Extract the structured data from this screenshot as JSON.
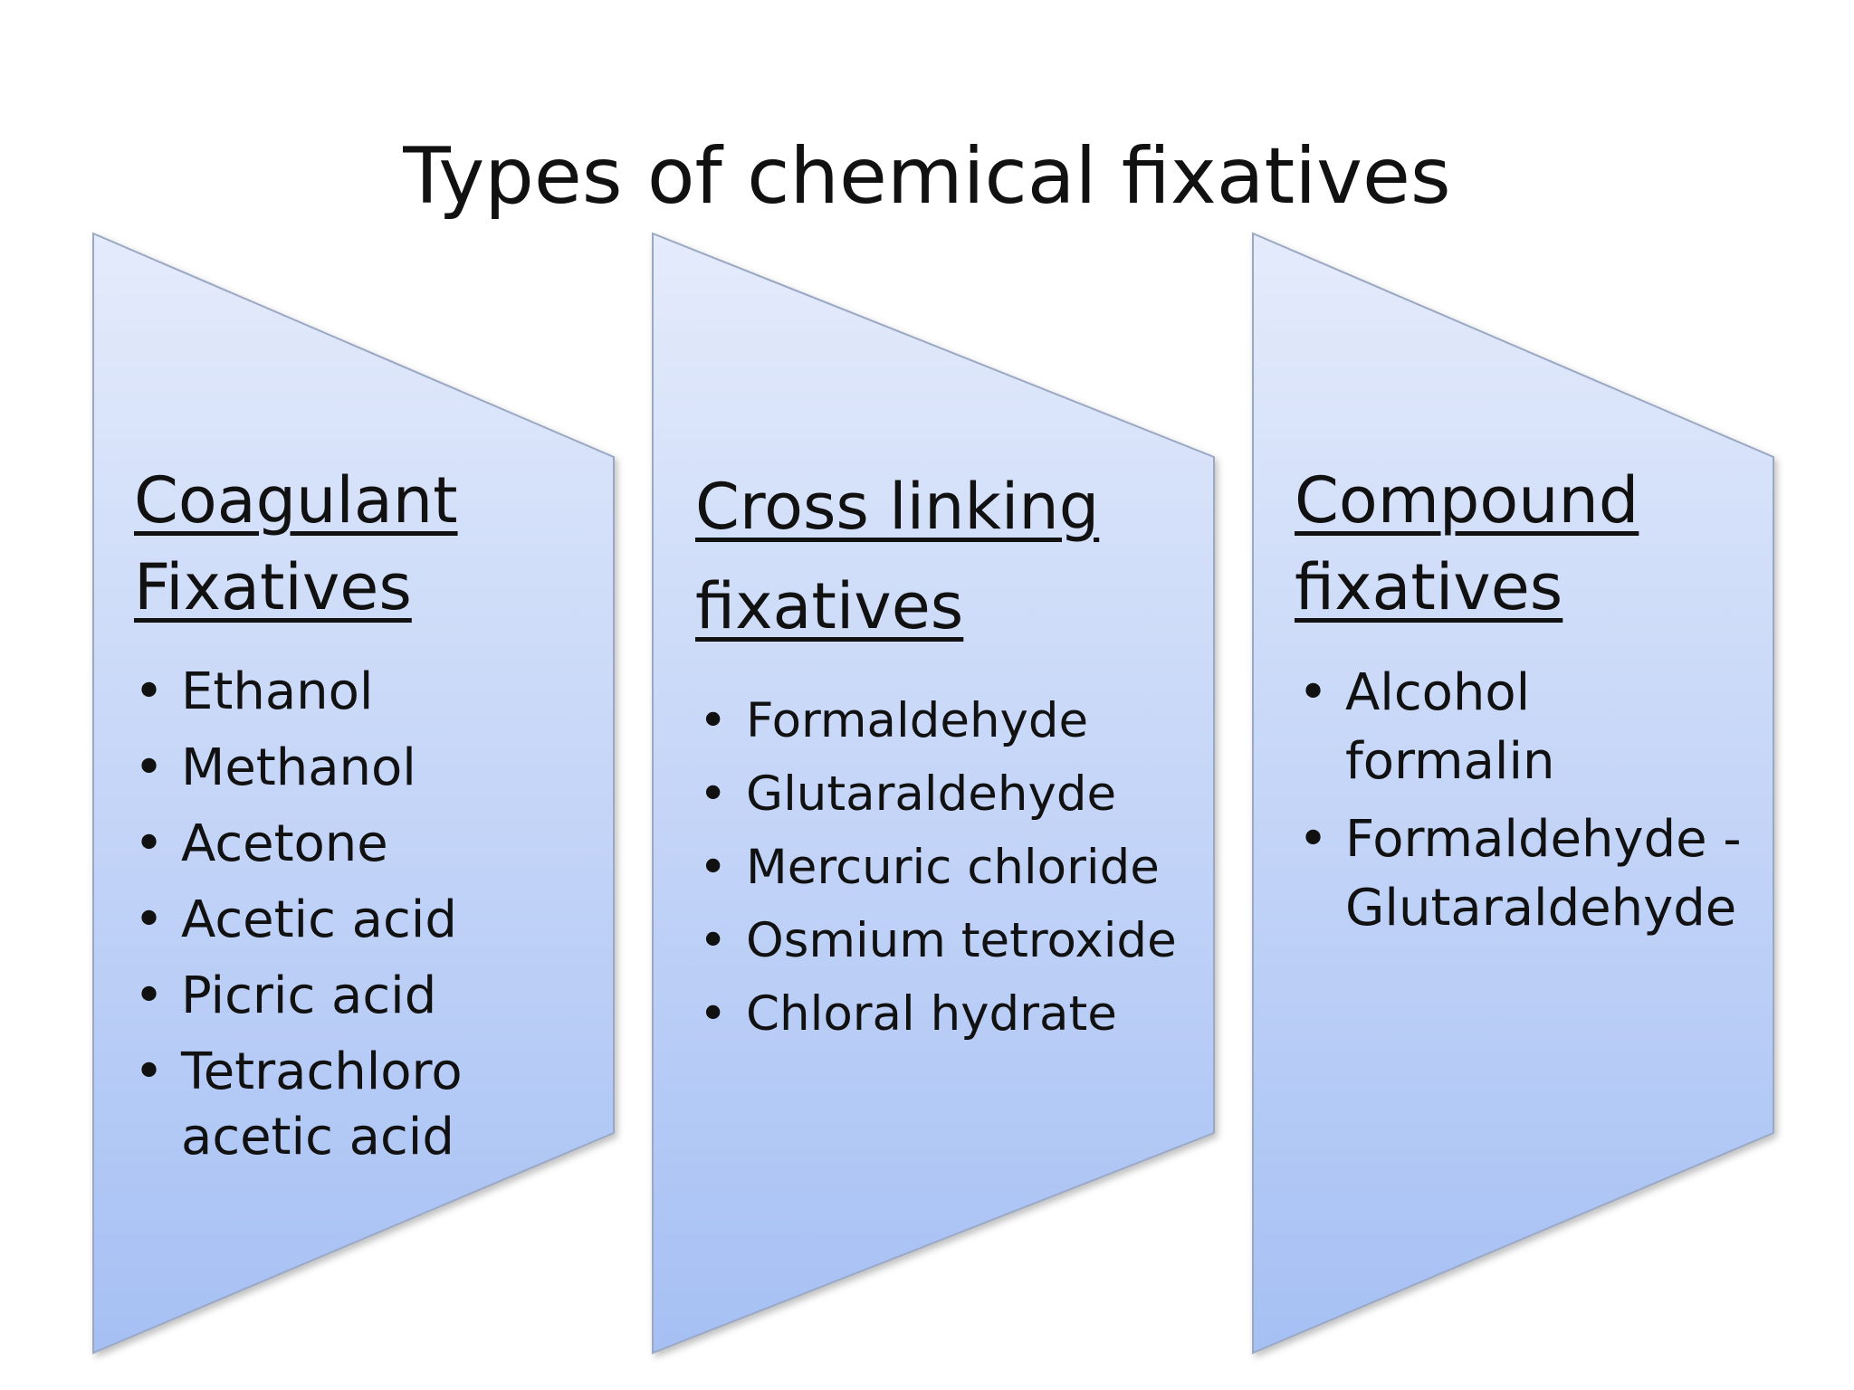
{
  "title": "Types of chemical fixatives",
  "colors": {
    "panel_top": "#e4ebfb",
    "panel_bottom": "#a6c0f4",
    "panel_edge": "#9aa8c4"
  },
  "panels": [
    {
      "heading_lines": [
        "Coagulant",
        "Fixatives"
      ],
      "items": [
        [
          "Ethanol"
        ],
        [
          "Methanol"
        ],
        [
          "Acetone"
        ],
        [
          "Acetic acid"
        ],
        [
          "Picric acid"
        ],
        [
          "Tetrachloro",
          "acetic acid"
        ]
      ]
    },
    {
      "heading_lines": [
        "Cross linking",
        "fixatives"
      ],
      "items": [
        [
          "Formaldehyde"
        ],
        [
          "Glutaraldehyde"
        ],
        [
          "Mercuric chloride"
        ],
        [
          "Osmium tetroxide"
        ],
        [
          "Chloral hydrate"
        ]
      ]
    },
    {
      "heading_lines": [
        "Compound",
        "fixatives"
      ],
      "items": [
        [
          "Alcohol",
          "formalin"
        ],
        [
          "Formaldehyde -",
          "Glutaraldehyde"
        ]
      ]
    }
  ]
}
